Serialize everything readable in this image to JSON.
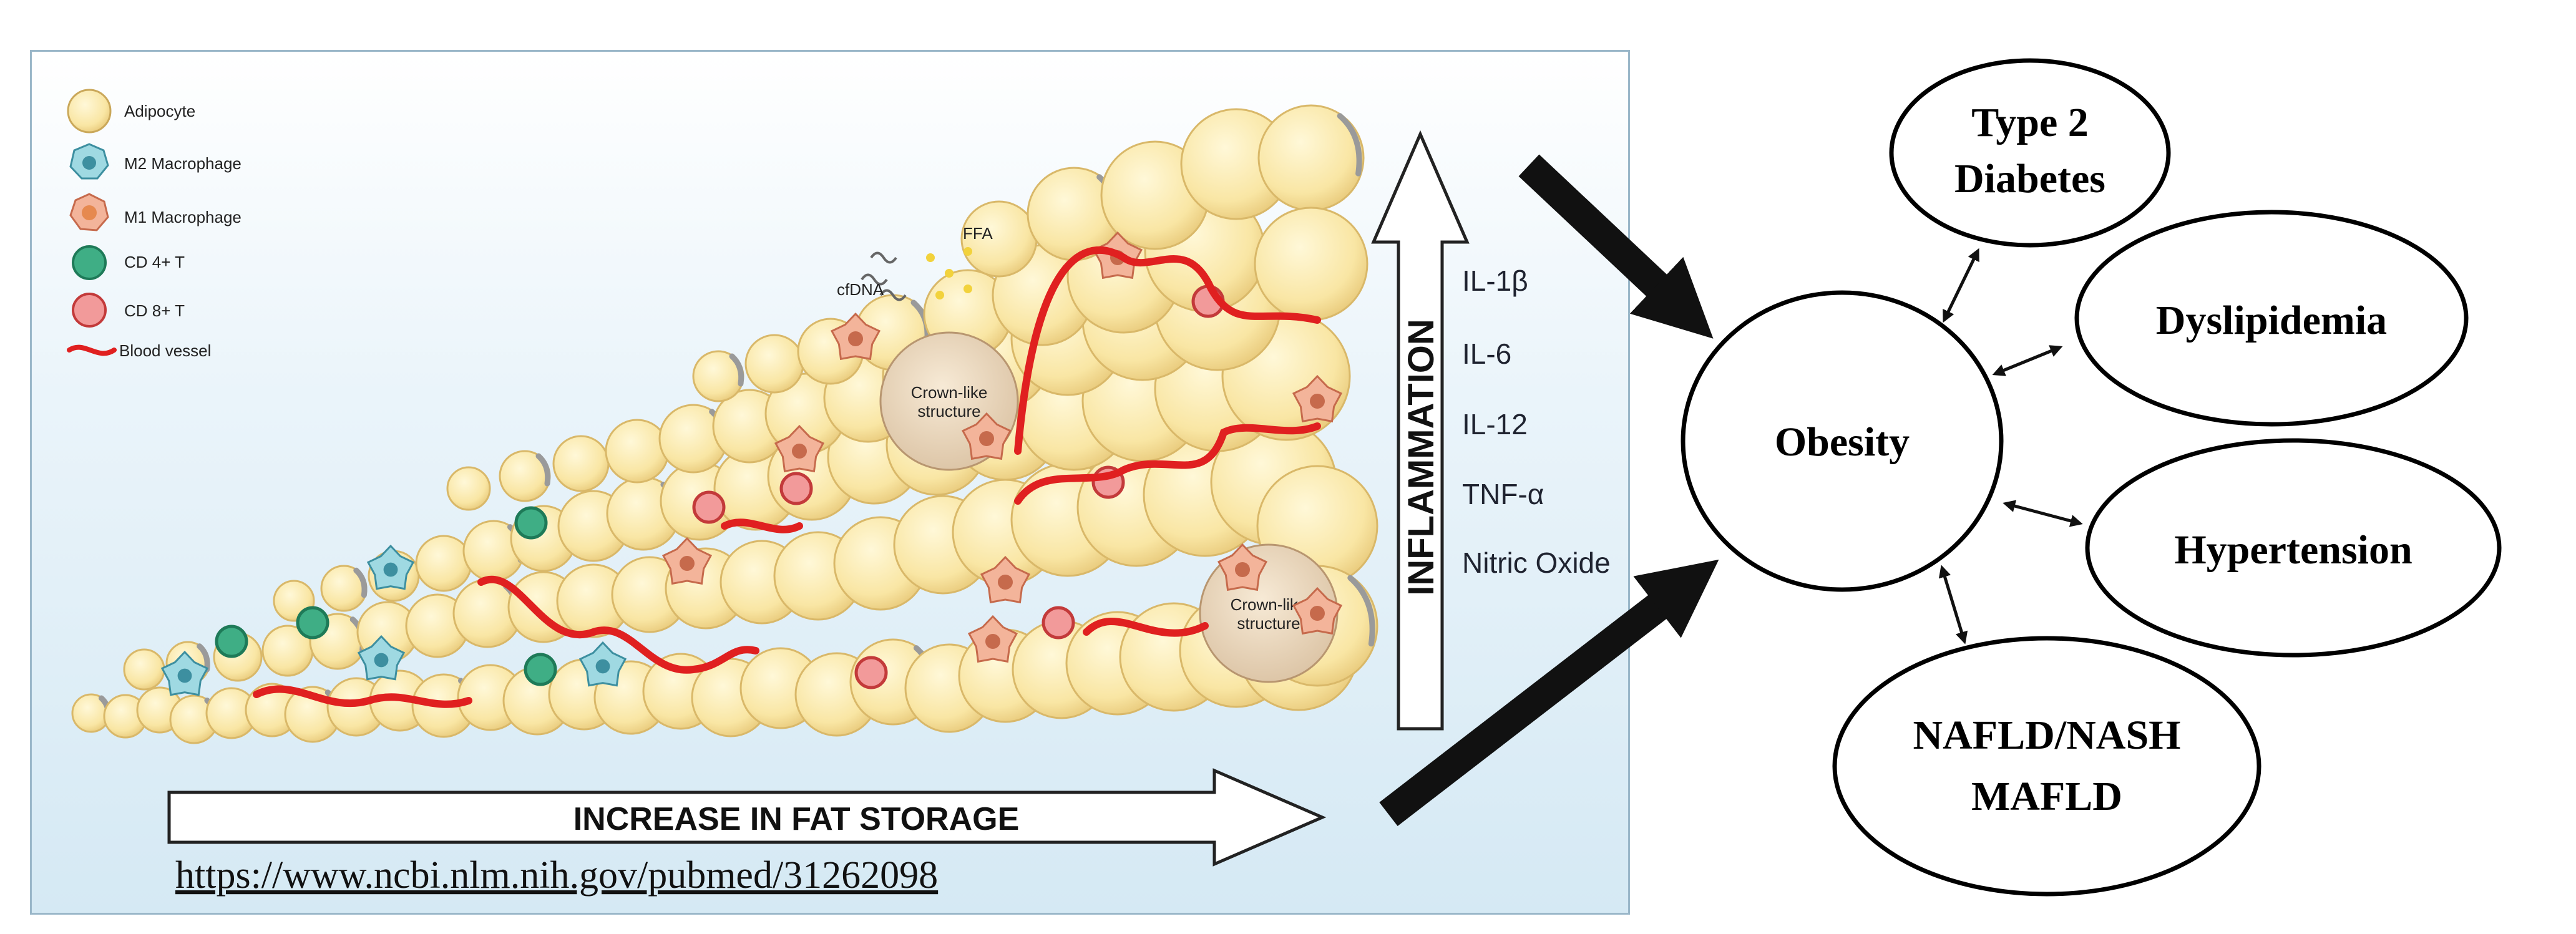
{
  "figure": {
    "legend": [
      {
        "label": "Adipocyte",
        "icon": "adipocyte-icon",
        "color": "#f7e39a"
      },
      {
        "label": "M2 Macrophage",
        "icon": "m2-macrophage-icon",
        "color": "#9fd9e2"
      },
      {
        "label": "M1 Macrophage",
        "icon": "m1-macrophage-icon",
        "color": "#f3b49a"
      },
      {
        "label": "CD 4+ T",
        "icon": "cd4-t-cell-icon",
        "color": "#3fae85"
      },
      {
        "label": "CD 8+ T",
        "icon": "cd8-t-cell-icon",
        "color": "#ef7e7e"
      },
      {
        "label": "Blood vessel",
        "icon": "blood-vessel-icon",
        "color": "#e02020"
      }
    ],
    "ffa_label": "FFA",
    "cfdna_label": "cfDNA",
    "crown_like_label_1": [
      "Crown-like",
      "structure"
    ],
    "crown_like_label_2": [
      "Crown-like",
      "structure"
    ],
    "inflammation_label": "INFLAMMATION",
    "cytokines": [
      "IL-1β",
      "IL-6",
      "IL-12",
      "TNF-α",
      "Nitric Oxide"
    ],
    "fat_storage_label": "INCREASE IN FAT STORAGE",
    "source_url": "https://www.ncbi.nlm.nih.gov/pubmed/31262098"
  },
  "network": {
    "center": "Obesity",
    "nodes": [
      {
        "id": "t2d",
        "lines": [
          "Type 2",
          "Diabetes"
        ]
      },
      {
        "id": "dys",
        "lines": [
          "Dyslipidemia"
        ]
      },
      {
        "id": "htn",
        "lines": [
          "Hypertension"
        ]
      },
      {
        "id": "nafld",
        "lines": [
          "NAFLD/NASH",
          "MAFLD"
        ]
      }
    ]
  },
  "colors": {
    "adipocyte_fill": "#f9e7a8",
    "adipocyte_stroke": "#d9b869",
    "vessel": "#e02020",
    "arrow": "#111111"
  }
}
